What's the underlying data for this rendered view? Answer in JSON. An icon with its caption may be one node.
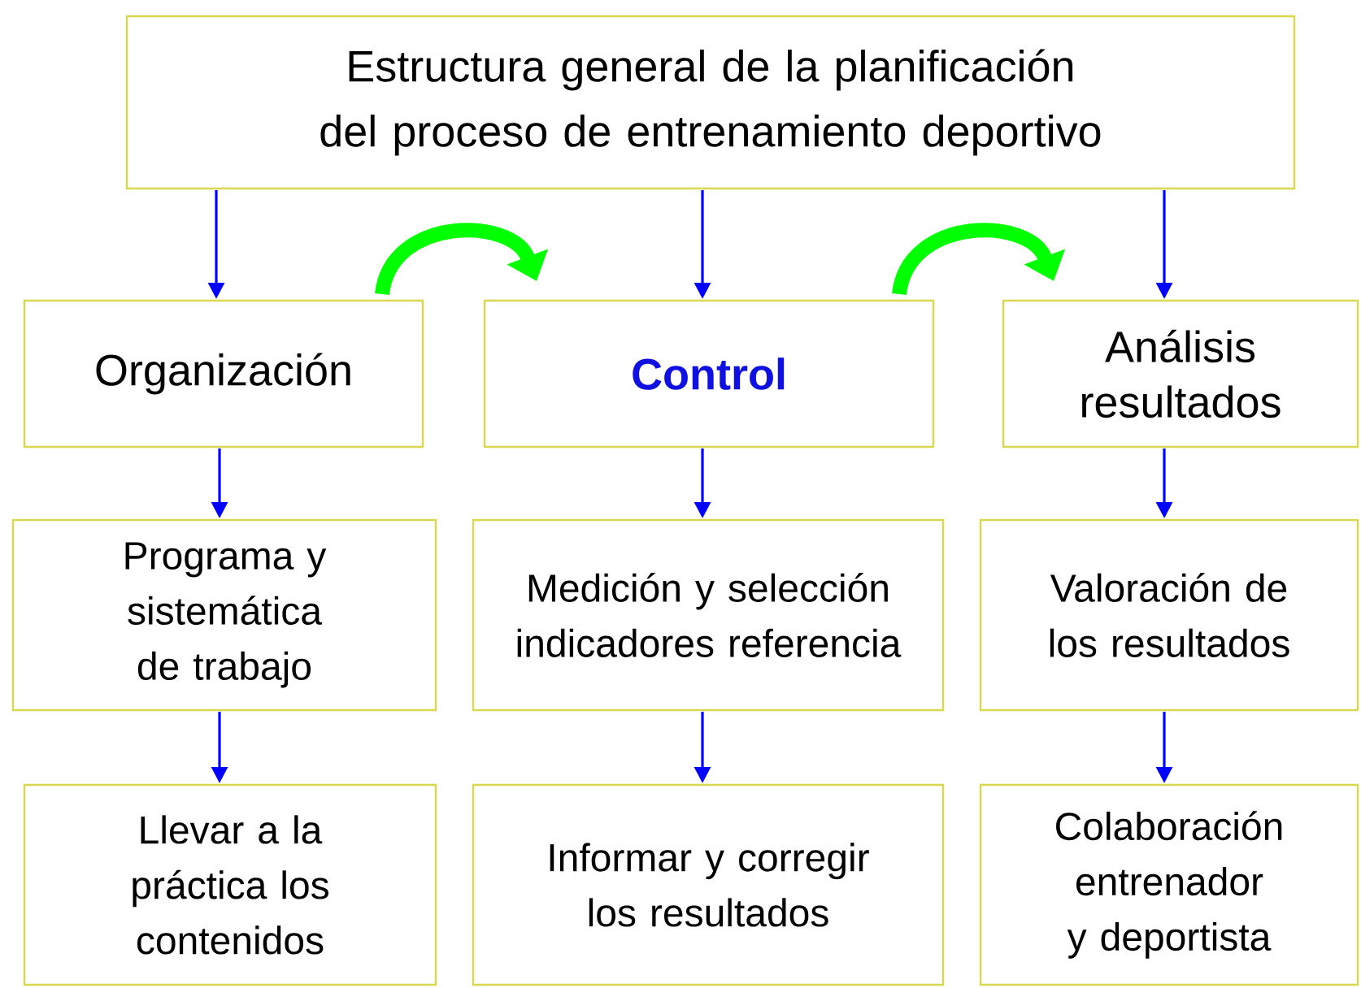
{
  "diagram": {
    "nodes": [
      {
        "text": [
          "Estructura general de la planificación del proceso de entrenamiento deportivo"
        ]
      },
      {
        "text": [
          "Organización"
        ]
      },
      {
        "text": [
          "Control"
        ]
      },
      {
        "text": [
          "Análisis resultados"
        ]
      },
      {
        "text": [
          "Programa y sistemática de trabajo"
        ]
      },
      {
        "text": [
          "Medición y selección indicadores referencia"
        ]
      },
      {
        "text": [
          "Valoración de los resultados"
        ]
      },
      {
        "text": [
          "Llevar a la práctica los contenidos"
        ]
      },
      {
        "text": [
          "Informar y corregir los resultados"
        ]
      },
      {
        "text": [
          "Colaboración entrenador y deportista"
        ]
      }
    ],
    "edges": [
      {
        "from": 0,
        "to": 1,
        "arrow": "to"
      },
      {
        "from": 0,
        "to": 2,
        "arrow": "to"
      },
      {
        "from": 0,
        "to": 3,
        "arrow": "to"
      },
      {
        "from": 1,
        "to": 2,
        "arrow": "to",
        "style": "thick",
        "color": "#00ff00"
      },
      {
        "from": 2,
        "to": 3,
        "arrow": "to",
        "style": "thick",
        "color": "#00ff00"
      },
      {
        "from": 1,
        "to": 4,
        "arrow": "to"
      },
      {
        "from": 2,
        "to": 5,
        "arrow": "to"
      },
      {
        "from": 3,
        "to": 6,
        "arrow": "to"
      },
      {
        "from": 4,
        "to": 7,
        "arrow": "to"
      },
      {
        "from": 5,
        "to": 8,
        "arrow": "to"
      },
      {
        "from": 6,
        "to": 9,
        "arrow": "to"
      }
    ]
  }
}
